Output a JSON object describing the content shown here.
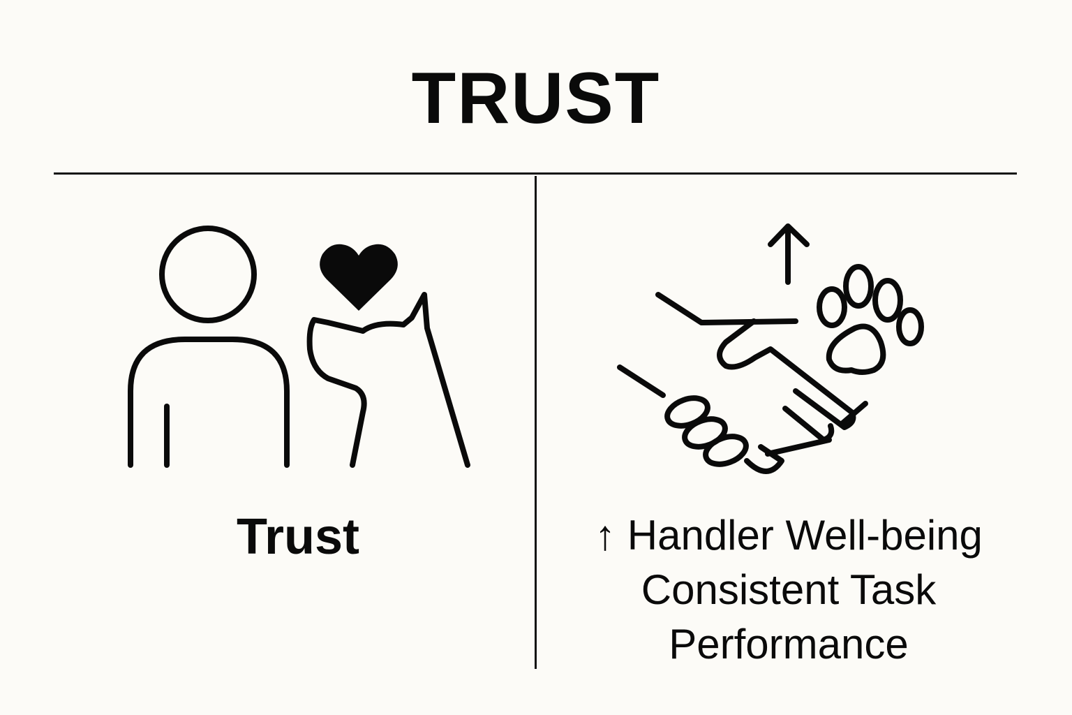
{
  "title": "TRUST",
  "left_panel": {
    "label": "Trust",
    "icons": [
      "person-icon",
      "heart-icon",
      "dog-icon"
    ]
  },
  "right_panel": {
    "lines": [
      "↑ Handler Well-being",
      "Consistent Task",
      "Performance"
    ],
    "icons": [
      "up-arrow-icon",
      "handshake-icon",
      "paw-icon"
    ]
  }
}
